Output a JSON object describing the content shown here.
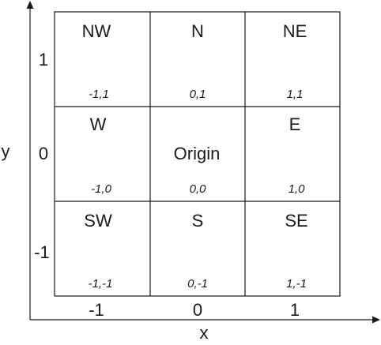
{
  "axes": {
    "x_title": "x",
    "y_title": "y",
    "x_ticks": [
      "-1",
      "0",
      "1"
    ],
    "y_ticks": [
      "1",
      "0",
      "-1"
    ]
  },
  "grid": {
    "rows": [
      [
        {
          "label": "NW",
          "coord": "-1,1"
        },
        {
          "label": "N",
          "coord": "0,1"
        },
        {
          "label": "NE",
          "coord": "1,1"
        }
      ],
      [
        {
          "label": "W",
          "coord": "-1,0"
        },
        {
          "label": "Origin",
          "coord": "0,0"
        },
        {
          "label": "E",
          "coord": "1,0"
        }
      ],
      [
        {
          "label": "SW",
          "coord": "-1,-1"
        },
        {
          "label": "S",
          "coord": "0,-1"
        },
        {
          "label": "SE",
          "coord": "1,-1"
        }
      ]
    ]
  }
}
